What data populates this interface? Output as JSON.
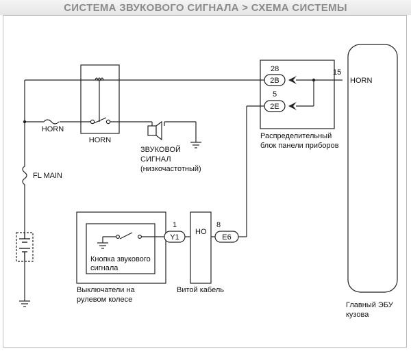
{
  "page_title": "СИСТЕМА ЗВУКОВОГО СИГНАЛА > СХЕМА СИСТЕМЫ",
  "relay": {
    "label": "HORN"
  },
  "fuse_horn": {
    "label": "HORN"
  },
  "fuse_fl_main": {
    "label": "FL MAIN"
  },
  "horn_device": {
    "line1": "ЗВУКОВОЙ",
    "line2": "СИГНАЛ",
    "line3": "(низкочастотный)"
  },
  "junction_block": {
    "label_line1": "Распределительный",
    "label_line2": "блок панели приборов",
    "connector_top": {
      "pin": "28",
      "name": "2B"
    },
    "connector_bottom": {
      "pin": "5",
      "name": "2E"
    }
  },
  "body_ecu": {
    "label_line1": "Главный ЭБУ",
    "label_line2": "кузова",
    "pin": "15",
    "terminal": "HORN"
  },
  "steering_switches": {
    "button_line1": "Кнопка звукового",
    "button_line2": "сигнала",
    "label_line1": "Выключатели на",
    "label_line2": "рулевом колесе",
    "pin": "1",
    "connector": "Y1"
  },
  "spiral_cable": {
    "label": "Витой кабель",
    "terminal": "HO",
    "pin": "8",
    "connector": "E6"
  },
  "colors": {
    "line": "#222222",
    "header_text": "#8a8a8a",
    "frame": "#bdbdbd"
  }
}
